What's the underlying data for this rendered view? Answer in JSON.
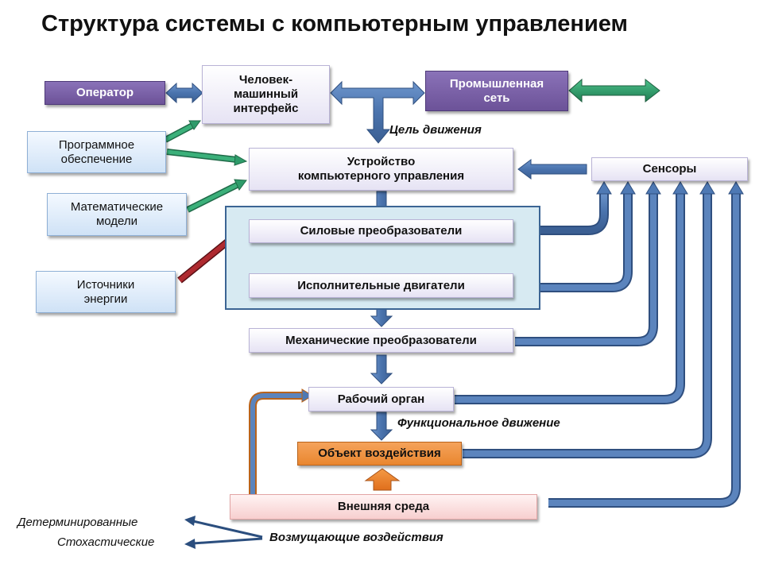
{
  "title": "Структура системы с компьютерным управлением",
  "boxes": {
    "operator": "Оператор",
    "hmi": "Человек-\nмашинный\nинтерфейс",
    "industrial_network": "Промышленная\nсеть",
    "software": "Программное\nобеспечение",
    "math_models": "Математические\nмодели",
    "energy_sources": "Источники\nэнергии",
    "control_device": "Устройство\nкомпьютерного управления",
    "sensors": "Сенсоры",
    "power_converters": "Силовые преобразователи",
    "actuators": "Исполнительные двигатели",
    "mechanical_converters": "Механические преобразователи",
    "working_body": "Рабочий орган",
    "object": "Объект воздействия",
    "environment": "Внешняя среда"
  },
  "labels": {
    "goal_motion": "Цель движения",
    "functional_motion": "Функциональное движение",
    "disturbances": "Возмущающие воздействия",
    "deterministic": "Детерминированные",
    "stochastic": "Стохастические"
  },
  "colors": {
    "arrow_blue": "#4e79b4",
    "arrow_green": "#2e9b6a",
    "arrow_red": "#b0252c",
    "arrow_orange": "#d98333",
    "operator_fill": "#6c5298",
    "object_fill": "#e9862f",
    "panel_fill": "#d7eaf2"
  }
}
